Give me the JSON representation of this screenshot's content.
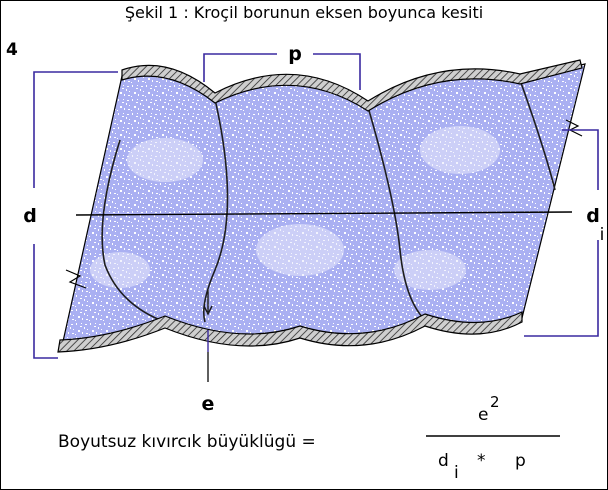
{
  "diagram": {
    "title": "Şekil 1 : Kroçil borunun eksen boyunca kesiti",
    "figure_number": "4",
    "labels": {
      "pitch": "p",
      "outer_diameter": "d",
      "inner_diameter": "d",
      "inner_diameter_subscript": "i",
      "corrugation_depth": "e"
    },
    "formula": {
      "left_text": "Boyutsuz kıvırcık büyüklügü =",
      "numerator_base": "e",
      "numerator_exponent": "2",
      "denominator_base": "d",
      "denominator_subscript": "i",
      "denominator_operator": "*",
      "denominator_p": "p"
    },
    "colors": {
      "fill": "#aab0f2",
      "fill_light": "#e8eafc",
      "dimension_lines": "#3a2aa0",
      "wall_hatch": "#3a3a3a",
      "outline": "#000000"
    }
  }
}
